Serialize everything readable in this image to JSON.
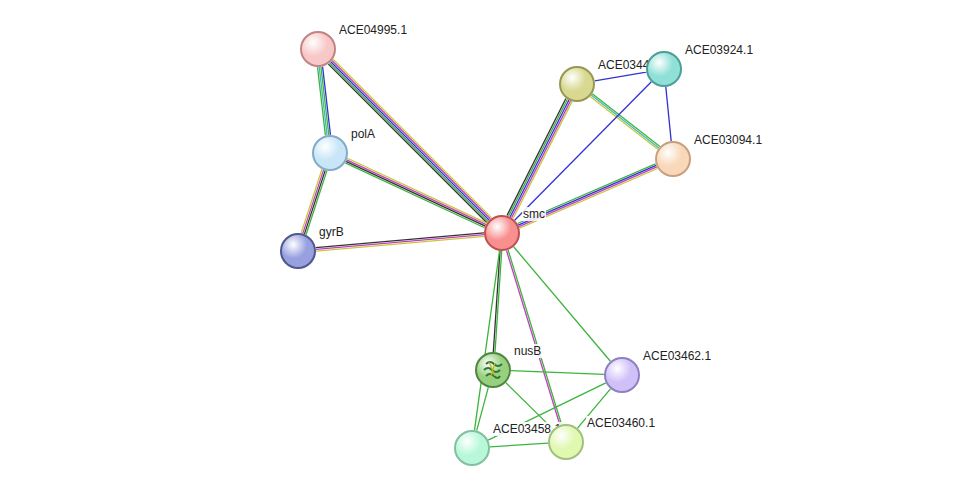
{
  "diagram": {
    "nodes": [
      {
        "text": [
          "ACE04995.1"
        ]
      },
      {
        "text": [
          "polA"
        ]
      },
      {
        "text": [
          "gyrB"
        ]
      },
      {
        "text": [
          "ACE0344"
        ]
      },
      {
        "text": [
          "ACE03924.1"
        ]
      },
      {
        "text": [
          "ACE03094.1"
        ]
      },
      {
        "text": [
          "smc"
        ]
      },
      {
        "text": [
          "nusB"
        ]
      },
      {
        "text": [
          "ACE03462.1"
        ]
      },
      {
        "text": [
          "ACE03458.1"
        ]
      },
      {
        "text": [
          "ACE03460.1"
        ]
      }
    ],
    "edges": [
      {
        "from": 0,
        "to": 1,
        "arrow": "none"
      },
      {
        "from": 0,
        "to": 6,
        "arrow": "none"
      },
      {
        "from": 1,
        "to": 6,
        "arrow": "none"
      },
      {
        "from": 1,
        "to": 2,
        "arrow": "none"
      },
      {
        "from": 2,
        "to": 6,
        "arrow": "none"
      },
      {
        "from": 3,
        "to": 6,
        "arrow": "none"
      },
      {
        "from": 3,
        "to": 4,
        "arrow": "none"
      },
      {
        "from": 3,
        "to": 5,
        "arrow": "none"
      },
      {
        "from": 4,
        "to": 5,
        "arrow": "none"
      },
      {
        "from": 4,
        "to": 6,
        "arrow": "none"
      },
      {
        "from": 5,
        "to": 6,
        "arrow": "none"
      },
      {
        "from": 6,
        "to": 7,
        "arrow": "none"
      },
      {
        "from": 6,
        "to": 8,
        "arrow": "none"
      },
      {
        "from": 6,
        "to": 10,
        "arrow": "none"
      },
      {
        "from": 6,
        "to": 9,
        "arrow": "none"
      },
      {
        "from": 7,
        "to": 8,
        "arrow": "none"
      },
      {
        "from": 7,
        "to": 9,
        "arrow": "none"
      },
      {
        "from": 7,
        "to": 10,
        "arrow": "none"
      },
      {
        "from": 9,
        "to": 10,
        "arrow": "none"
      },
      {
        "from": 10,
        "to": 8,
        "arrow": "none"
      },
      {
        "from": 9,
        "to": 8,
        "arrow": "none"
      }
    ]
  }
}
